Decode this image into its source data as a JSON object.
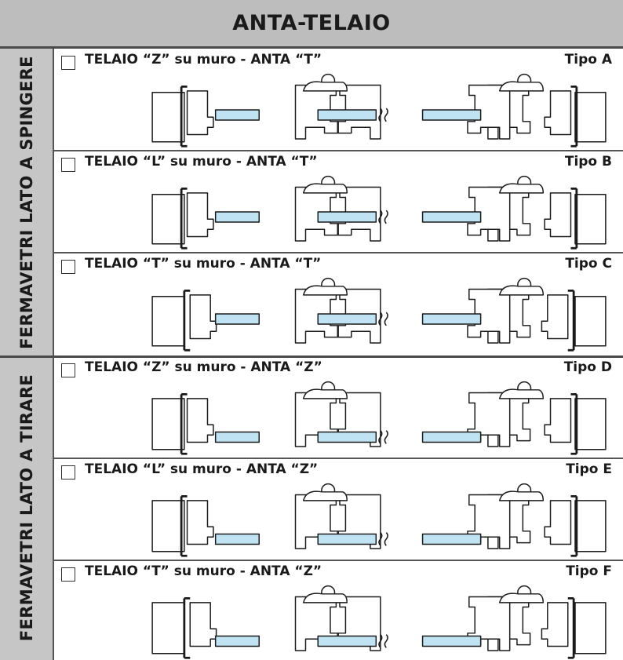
{
  "header": {
    "title": "ANTA-TELAIO"
  },
  "groups": [
    {
      "label": "FERMAVETRI LATO A SPINGERE"
    },
    {
      "label": "FERMAVETRI LATO A TIRARE"
    }
  ],
  "rows": [
    {
      "title": "TELAIO “Z” su muro - ANTA “T”",
      "type": "Tipo A",
      "checked": false
    },
    {
      "title": "TELAIO “L” su muro - ANTA “T”",
      "type": "Tipo B",
      "checked": false
    },
    {
      "title": "TELAIO “T” su muro - ANTA “T”",
      "type": "Tipo C",
      "checked": false
    },
    {
      "title": "TELAIO “Z” su muro - ANTA “Z”",
      "type": "Tipo D",
      "checked": false
    },
    {
      "title": "TELAIO “L” su muro - ANTA “Z”",
      "type": "Tipo E",
      "checked": false
    },
    {
      "title": "TELAIO “T” su muro - ANTA “Z”",
      "type": "Tipo F",
      "checked": false
    }
  ],
  "colors": {
    "header_bg": "#bdbdbd",
    "side_band_bg": "#c6c6c6",
    "glass": "#bfe3f2",
    "profile_stroke": "#1a1a1a"
  }
}
